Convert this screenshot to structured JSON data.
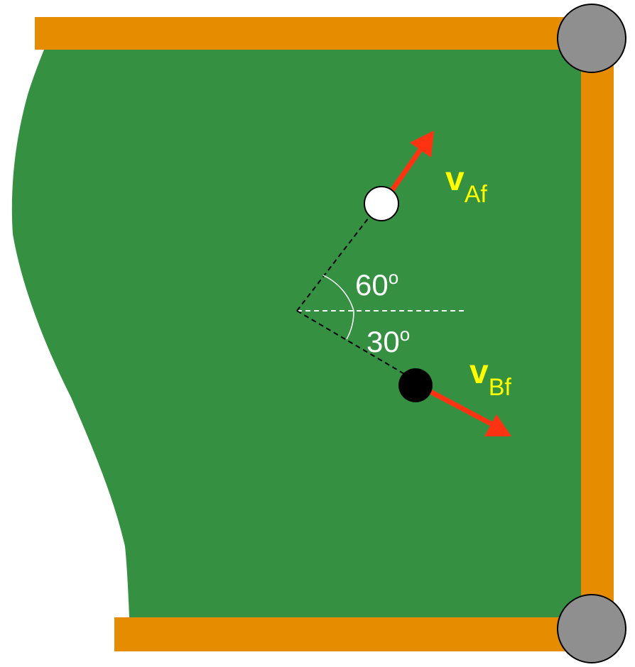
{
  "colors": {
    "felt": "#359041",
    "rail": "#E68C00",
    "pocket": "#8F8F8F",
    "arrow": "#FF3311",
    "label": "#FFFF00",
    "angle_text": "#FFFFFF",
    "ball_a": "#FFFFFF",
    "ball_b": "#000000"
  },
  "vectors": {
    "a": {
      "main": "v",
      "sub": "Af"
    },
    "b": {
      "main": "v",
      "sub": "Bf"
    }
  },
  "angles": {
    "upper": {
      "value": "60",
      "unit": "o"
    },
    "lower": {
      "value": "30",
      "unit": "o"
    }
  }
}
